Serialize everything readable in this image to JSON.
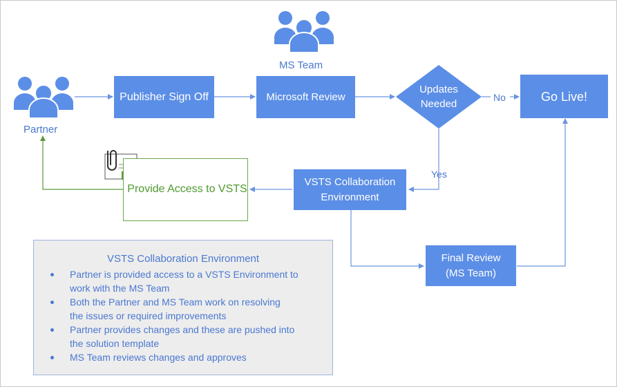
{
  "diagram": {
    "ms_team_label": "MS Team",
    "partner_label": "Partner",
    "publisher_sign_off": "Publisher Sign Off",
    "microsoft_review": "Microsoft Review",
    "decision": {
      "line1": "Updates",
      "line2": "Needed"
    },
    "go_live": "Go Live!",
    "no_label": "No",
    "yes_label": "Yes",
    "vsts_env": {
      "line1": "VSTS Collaboration",
      "line2": "Environment"
    },
    "provide_access": "Provide Access to VSTS",
    "final_review": {
      "line1": "Final Review",
      "line2": "(MS Team)"
    }
  },
  "info": {
    "title": "VSTS Collaboration Environment",
    "bullets": [
      {
        "line1": "Partner is provided access to a VSTS Environment to",
        "line2": "work with the MS Team"
      },
      {
        "line1": "Both the Partner and MS Team work on resolving",
        "line2": "the issues or required improvements"
      },
      {
        "line1": "Partner provides changes and these are pushed into",
        "line2": "the solution template"
      },
      {
        "line1": "MS Team reviews changes and approves",
        "line2": ""
      }
    ]
  },
  "colors": {
    "box_blue": "#5b8ee6",
    "text_blue": "#4a78d0",
    "green": "#6aaa4c",
    "info_bg": "#ededed"
  }
}
